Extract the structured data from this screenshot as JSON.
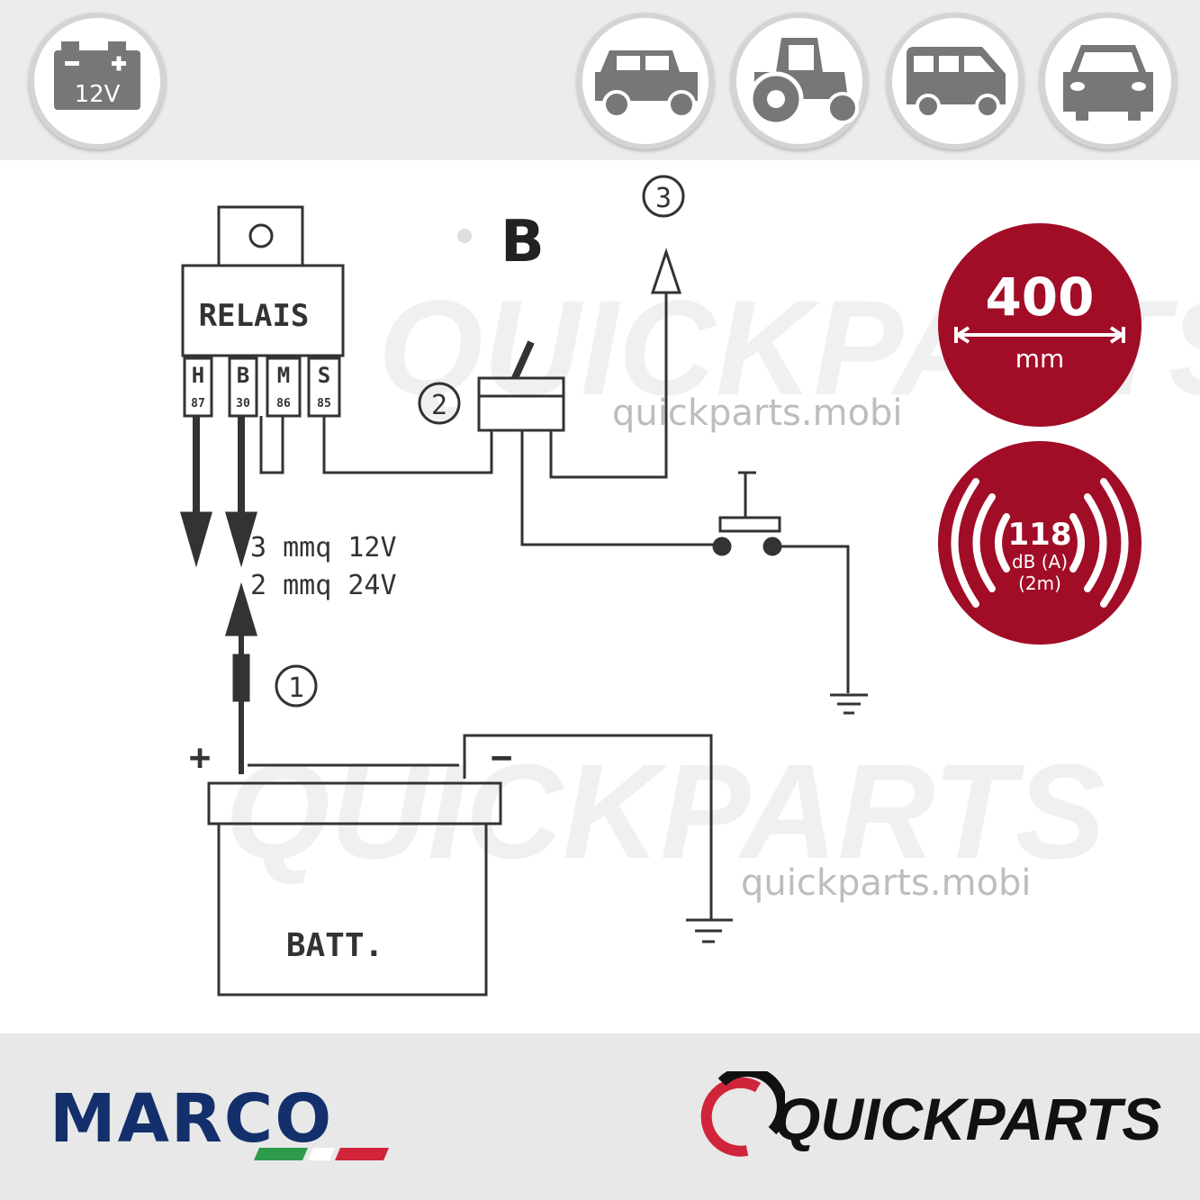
{
  "header": {
    "voltage_icon": {
      "name": "battery-12v-icon",
      "label": "12V"
    },
    "vehicle_icons": [
      "offroad-vehicle-icon",
      "tractor-icon",
      "van-icon",
      "car-icon"
    ]
  },
  "diagram": {
    "title_letter": "B",
    "relay_label": "RELAIS",
    "terminals": [
      {
        "letter": "H",
        "number": "87"
      },
      {
        "letter": "B",
        "number": "30"
      },
      {
        "letter": "M",
        "number": "86"
      },
      {
        "letter": "S",
        "number": "85"
      }
    ],
    "callouts": [
      "1",
      "2",
      "3"
    ],
    "wire_spec": [
      "3 mmq 12V",
      "2 mmq 24V"
    ],
    "battery_label": "BATT.",
    "plus": "+",
    "minus": "−"
  },
  "watermark": {
    "brand": "QUICKPARTS",
    "url": "quickparts.mobi"
  },
  "badges": {
    "length": {
      "value": "400",
      "unit": "mm"
    },
    "sound": {
      "value": "118",
      "unit": "dB (A)",
      "distance": "(2m)"
    },
    "color": "#a10d27"
  },
  "footer": {
    "left_logo": "MARCO",
    "right_logo": "QUICKPARTS"
  }
}
